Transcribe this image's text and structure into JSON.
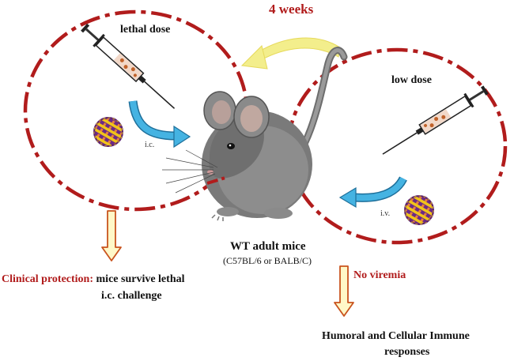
{
  "labels": {
    "top_interval": "4 weeks",
    "left_dose": "lethal dose",
    "right_dose": "low dose",
    "left_route": "i.c.",
    "right_route": "i.v.",
    "subject": "WT adult mice",
    "strains": "(C57BL/6 or BALB/C)",
    "left_outcome_highlight": "Clinical protection:",
    "left_outcome_rest": " mice survive lethal",
    "left_outcome_line2": "i.c. challenge",
    "right_outcome_highlight": "No viremia",
    "right_outcome_line1": "Humoral and Cellular Immune",
    "right_outcome_line2": "responses"
  },
  "colors": {
    "dashed_circle": "#b11c1c",
    "highlight_text": "#b11c1c",
    "injection_arrow": "#45b3e2",
    "interval_arrow": "#f3ee8c",
    "outcome_arrow": "#c9531d",
    "virus_purple": "#6b2a86",
    "virus_yellow": "#f0c419"
  },
  "icons": [
    "syringe-icon",
    "virus-particle-icon",
    "mouse-illustration"
  ]
}
